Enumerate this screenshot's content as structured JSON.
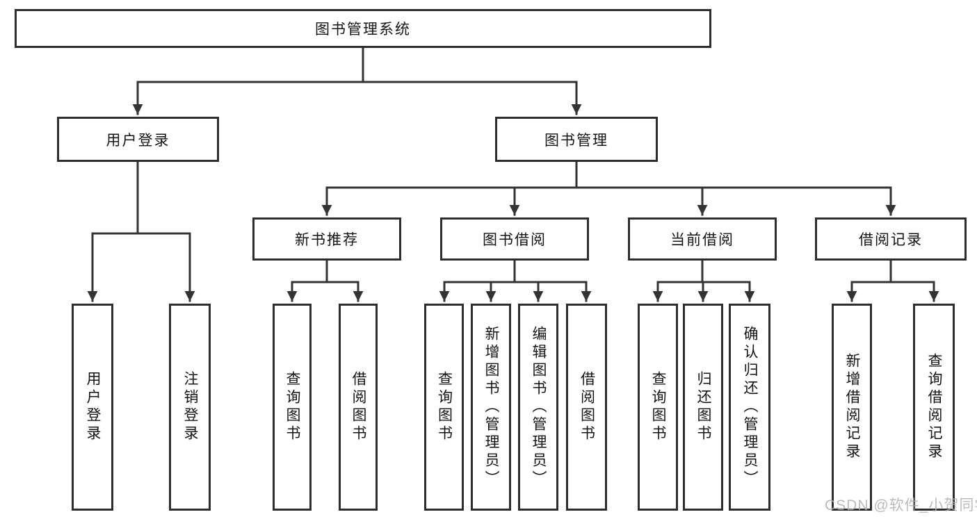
{
  "diagram": {
    "root_label": "图书管理系统",
    "user_login": {
      "label": "用户登录",
      "children": [
        "用户登录",
        "注销登录"
      ]
    },
    "book_management": {
      "label": "图书管理",
      "sections": [
        {
          "label": "新书推荐",
          "children": [
            "查询图书",
            "借阅图书"
          ]
        },
        {
          "label": "图书借阅",
          "children": [
            "查询图书",
            "新增图书（管理员）",
            "编辑图书（管理员）",
            "借阅图书"
          ]
        },
        {
          "label": "当前借阅",
          "children": [
            "查询图书",
            "归还图书",
            "确认归还（管理员）"
          ]
        },
        {
          "label": "借阅记录",
          "children": [
            "新增借阅记录",
            "查询借阅记录"
          ]
        }
      ]
    }
  },
  "watermark": "CSDN @软件_小贺同学",
  "colors": {
    "line": "#333333",
    "box_border": "#2d2d2d",
    "text": "#141414",
    "watermark": "#b0b0b0",
    "background": "#ffffff"
  }
}
